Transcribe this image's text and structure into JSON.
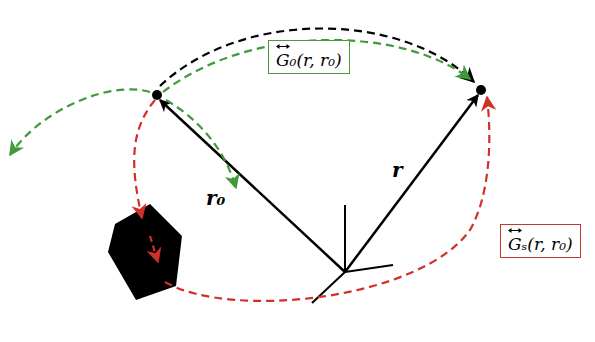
{
  "diagram": {
    "nodes": [
      {
        "text": [
          "G₀(r, r₀)"
        ]
      },
      {
        "text": [
          "Gₛ(r, r₀)"
        ]
      }
    ],
    "labels": [
      "r₀",
      "r"
    ]
  }
}
